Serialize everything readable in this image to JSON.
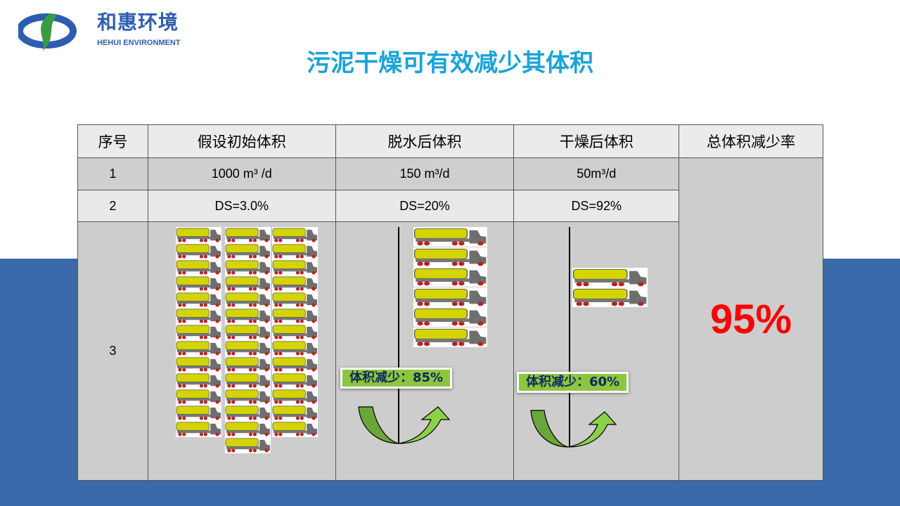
{
  "logo": {
    "cn": "和惠环境",
    "en": "HEHUI ENVIRONMENT"
  },
  "title": "污泥干燥可有效减少其体积",
  "table": {
    "headers": [
      "序号",
      "假设初始体积",
      "脱水后体积",
      "干燥后体积",
      "总体积减少率"
    ],
    "rows": [
      [
        "1",
        "1000 m³  /d",
        "150 m³/d",
        "50m³/d"
      ],
      [
        "2",
        "DS=3.0%",
        "DS=20%",
        "DS=92%"
      ],
      [
        "3"
      ]
    ],
    "total_reduction": "95%"
  },
  "trucks": {
    "initial_columns": [
      13,
      14,
      13
    ],
    "dewatered": 6,
    "dried": 2
  },
  "labels": {
    "dewater_reduction": "体积减少：85%",
    "dry_reduction": "体积减少：60%"
  },
  "colors": {
    "title": "#19a3d8",
    "band": "#3a6aa9",
    "highlight": "#ff0000",
    "tag": "#8cc63f"
  }
}
